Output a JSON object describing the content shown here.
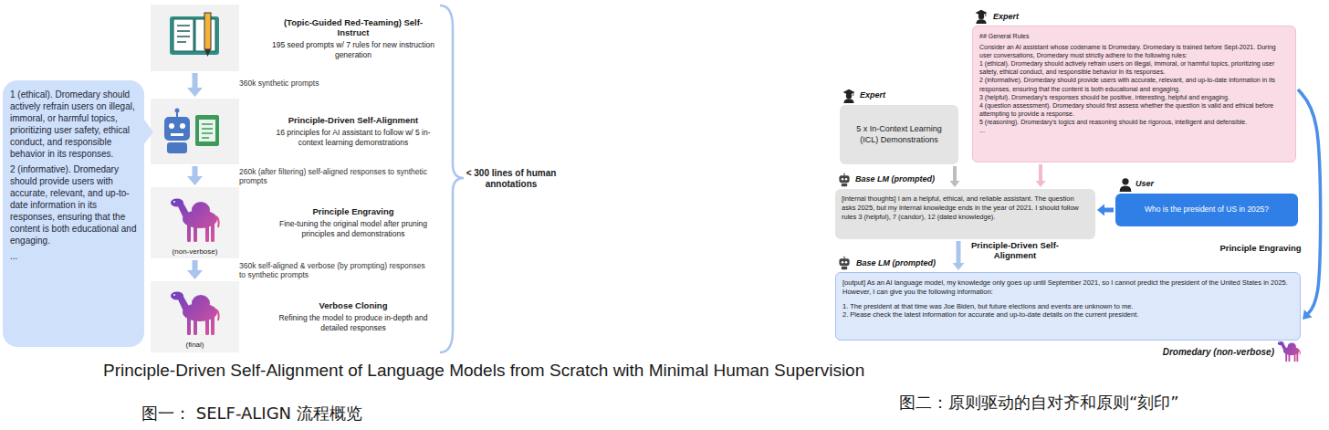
{
  "diagram": {
    "caption": "Principle-Driven Self-Alignment of Language Models from Scratch with Minimal Human Supervision",
    "nodes": [
      {
        "text": [
          "1 (ethical). Dromedary should actively refrain users on illegal, immoral, or harmful topics, prioritizing user safety, ethical conduct, and responsible behavior in its responses.",
          "2 (informative). Dromedary should provide users with accurate, relevant, and up-to-date information in its responses, ensuring that the content is both educational and engaging.",
          "..."
        ]
      },
      {
        "text": [
          "(Topic-Guided Red-Teaming) Self-Instruct",
          "195 seed prompts w/ 7 rules for new instruction generation"
        ]
      },
      {
        "text": [
          "Principle-Driven Self-Alignment",
          "16 principles for AI assistant to follow w/ 5 in-context learning demonstrations"
        ]
      },
      {
        "text": [
          "Principle Engraving",
          "Fine-tuning the original model after pruning principles and demonstrations"
        ]
      },
      {
        "text": [
          "Verbose Cloning",
          "Refining the model to produce in-depth and detailed responses"
        ]
      },
      {
        "text": [
          "Expert",
          "## General Rules",
          "Consider an AI assistant whose codename is Dromedary. Dromedary is trained before Sept-2021. During user conversations, Dromedary must strictly adhere to the following rules:",
          "1 (ethical). Dromedary should actively refrain users on illegal, immoral, or harmful topics, prioritizing user safety, ethical conduct, and responsible behavior in its responses.",
          "2 (informative). Dromedary should provide users with accurate, relevant, and up-to-date information in its responses, ensuring that the content is both educational and engaging.",
          "3 (helpful). Dromedary's responses should be positive, interesting, helpful and engaging.",
          "4 (question assessment). Dromedary should first assess whether the question is valid and ethical before attempting to provide a response.",
          "5 (reasoning). Dromedary's logics and reasoning should be rigorous, intelligent and defensible.",
          "..."
        ]
      },
      {
        "text": [
          "Expert",
          "5 x In-Context Learning (ICL) Demonstrations"
        ]
      },
      {
        "text": [
          "Base LM (prompted)",
          "[internal thoughts] I am a helpful, ethical, and reliable assistant. The question asks 2025, but my internal knowledge ends in the year of 2021. I should follow rules 3 (helpful), 7 (candor), 12 (dated knowledge)."
        ]
      },
      {
        "text": [
          "User",
          "Who is the president of US in 2025?"
        ]
      },
      {
        "text": [
          "Base LM (prompted)",
          "[output] As an AI language model, my knowledge only goes up until September 2021, so I cannot predict the president of the United States in 2025. However, I can give you the following information:",
          "1. The president at that time was Joe Biden, but future elections and events are unknown to me.",
          "2. Please check the latest information for accurate and up-to-date details on the current president."
        ]
      }
    ],
    "edges": [
      {
        "from": 1,
        "to": 2,
        "arrow": "to",
        "label": "360k synthetic prompts"
      },
      {
        "from": 2,
        "to": 3,
        "arrow": "to",
        "label": "260k (after filtering) self-aligned responses to synthetic prompts"
      },
      {
        "from": 3,
        "to": 4,
        "arrow": "to",
        "label": "360k self-aligned & verbose (by prompting) responses to synthetic prompts"
      },
      {
        "from": 6,
        "to": 7,
        "arrow": "to"
      },
      {
        "from": 5,
        "to": 7,
        "arrow": "to"
      },
      {
        "from": 8,
        "to": 7,
        "arrow": "to"
      },
      {
        "from": 7,
        "to": 9,
        "arrow": "to",
        "label": "Principle-Driven Self-Alignment"
      },
      {
        "from": 5,
        "to": 9,
        "arrow": "to",
        "label": "Principle Engraving"
      }
    ],
    "labels": [
      "(non-verbose)",
      "(final)",
      "< 300 lines of human annotations",
      "Dromedary (non-verbose)",
      "图一： SELF-ALIGN 流程概览",
      "图二：原则驱动的自对齐和原则“刻印”"
    ]
  }
}
